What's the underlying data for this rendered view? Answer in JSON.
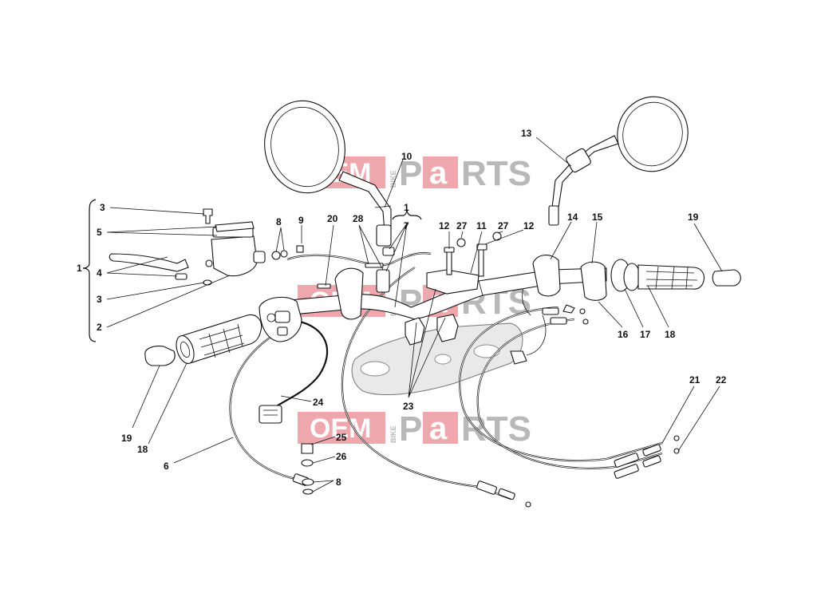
{
  "watermark": {
    "oem": "OEM",
    "bike": "BIKE",
    "p": "P",
    "a": "a",
    "rts": "RTS",
    "colors": {
      "red": "#e88a90",
      "gray": "#b8b8b8"
    }
  },
  "callouts": [
    {
      "id": "c1-left",
      "text": "1"
    },
    {
      "id": "c3-a",
      "text": "3"
    },
    {
      "id": "c5",
      "text": "5"
    },
    {
      "id": "c4",
      "text": "4"
    },
    {
      "id": "c3-b",
      "text": "3"
    },
    {
      "id": "c2",
      "text": "2"
    },
    {
      "id": "c8-a",
      "text": "8"
    },
    {
      "id": "c9",
      "text": "9"
    },
    {
      "id": "c20",
      "text": "20"
    },
    {
      "id": "c28",
      "text": "28"
    },
    {
      "id": "c1-top",
      "text": "1"
    },
    {
      "id": "c7",
      "text": "7"
    },
    {
      "id": "c10",
      "text": "10"
    },
    {
      "id": "c12-a",
      "text": "12"
    },
    {
      "id": "c27-a",
      "text": "27"
    },
    {
      "id": "c11",
      "text": "11"
    },
    {
      "id": "c27-b",
      "text": "27"
    },
    {
      "id": "c12-b",
      "text": "12"
    },
    {
      "id": "c13",
      "text": "13"
    },
    {
      "id": "c14",
      "text": "14"
    },
    {
      "id": "c15",
      "text": "15"
    },
    {
      "id": "c19-r",
      "text": "19"
    },
    {
      "id": "c16",
      "text": "16"
    },
    {
      "id": "c17",
      "text": "17"
    },
    {
      "id": "c18-r",
      "text": "18"
    },
    {
      "id": "c19-l",
      "text": "19"
    },
    {
      "id": "c18-l",
      "text": "18"
    },
    {
      "id": "c6",
      "text": "6"
    },
    {
      "id": "c24",
      "text": "24"
    },
    {
      "id": "c23",
      "text": "23"
    },
    {
      "id": "c25",
      "text": "25"
    },
    {
      "id": "c26",
      "text": "26"
    },
    {
      "id": "c8-b",
      "text": "8"
    },
    {
      "id": "c21",
      "text": "21"
    },
    {
      "id": "c22",
      "text": "22"
    }
  ]
}
